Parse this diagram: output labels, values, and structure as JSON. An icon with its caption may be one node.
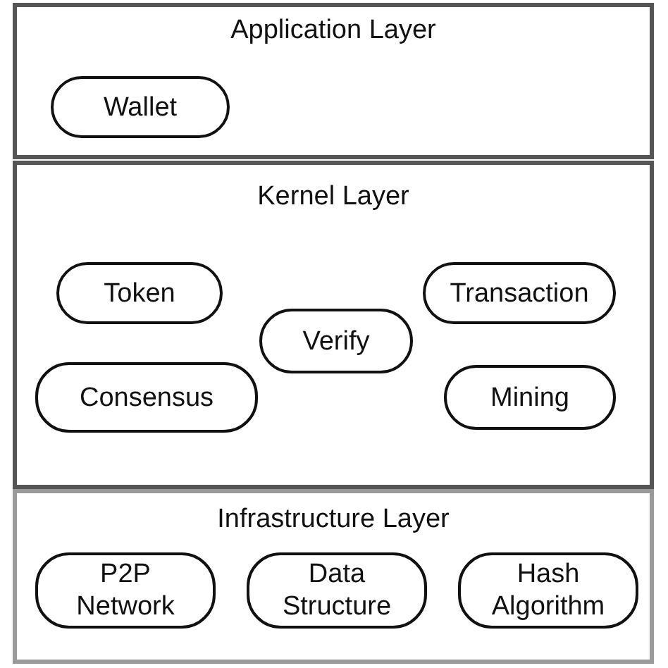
{
  "diagram": {
    "nodes": [
      {
        "text": [
          "Application Layer"
        ]
      },
      {
        "text": [
          "Wallet"
        ],
        "in": 0
      },
      {
        "text": [
          "Kernel Layer"
        ]
      },
      {
        "text": [
          "Token"
        ],
        "in": 2
      },
      {
        "text": [
          "Transaction"
        ],
        "in": 2
      },
      {
        "text": [
          "Verify"
        ],
        "in": 2
      },
      {
        "text": [
          "Consensus"
        ],
        "in": 2
      },
      {
        "text": [
          "Mining"
        ],
        "in": 2
      },
      {
        "text": [
          "Infrastructure Layer"
        ]
      },
      {
        "text": [
          "P2P Network"
        ],
        "in": 8
      },
      {
        "text": [
          "Data Structure"
        ],
        "in": 8
      },
      {
        "text": [
          "Hash Algorithm"
        ],
        "in": 8
      }
    ]
  }
}
